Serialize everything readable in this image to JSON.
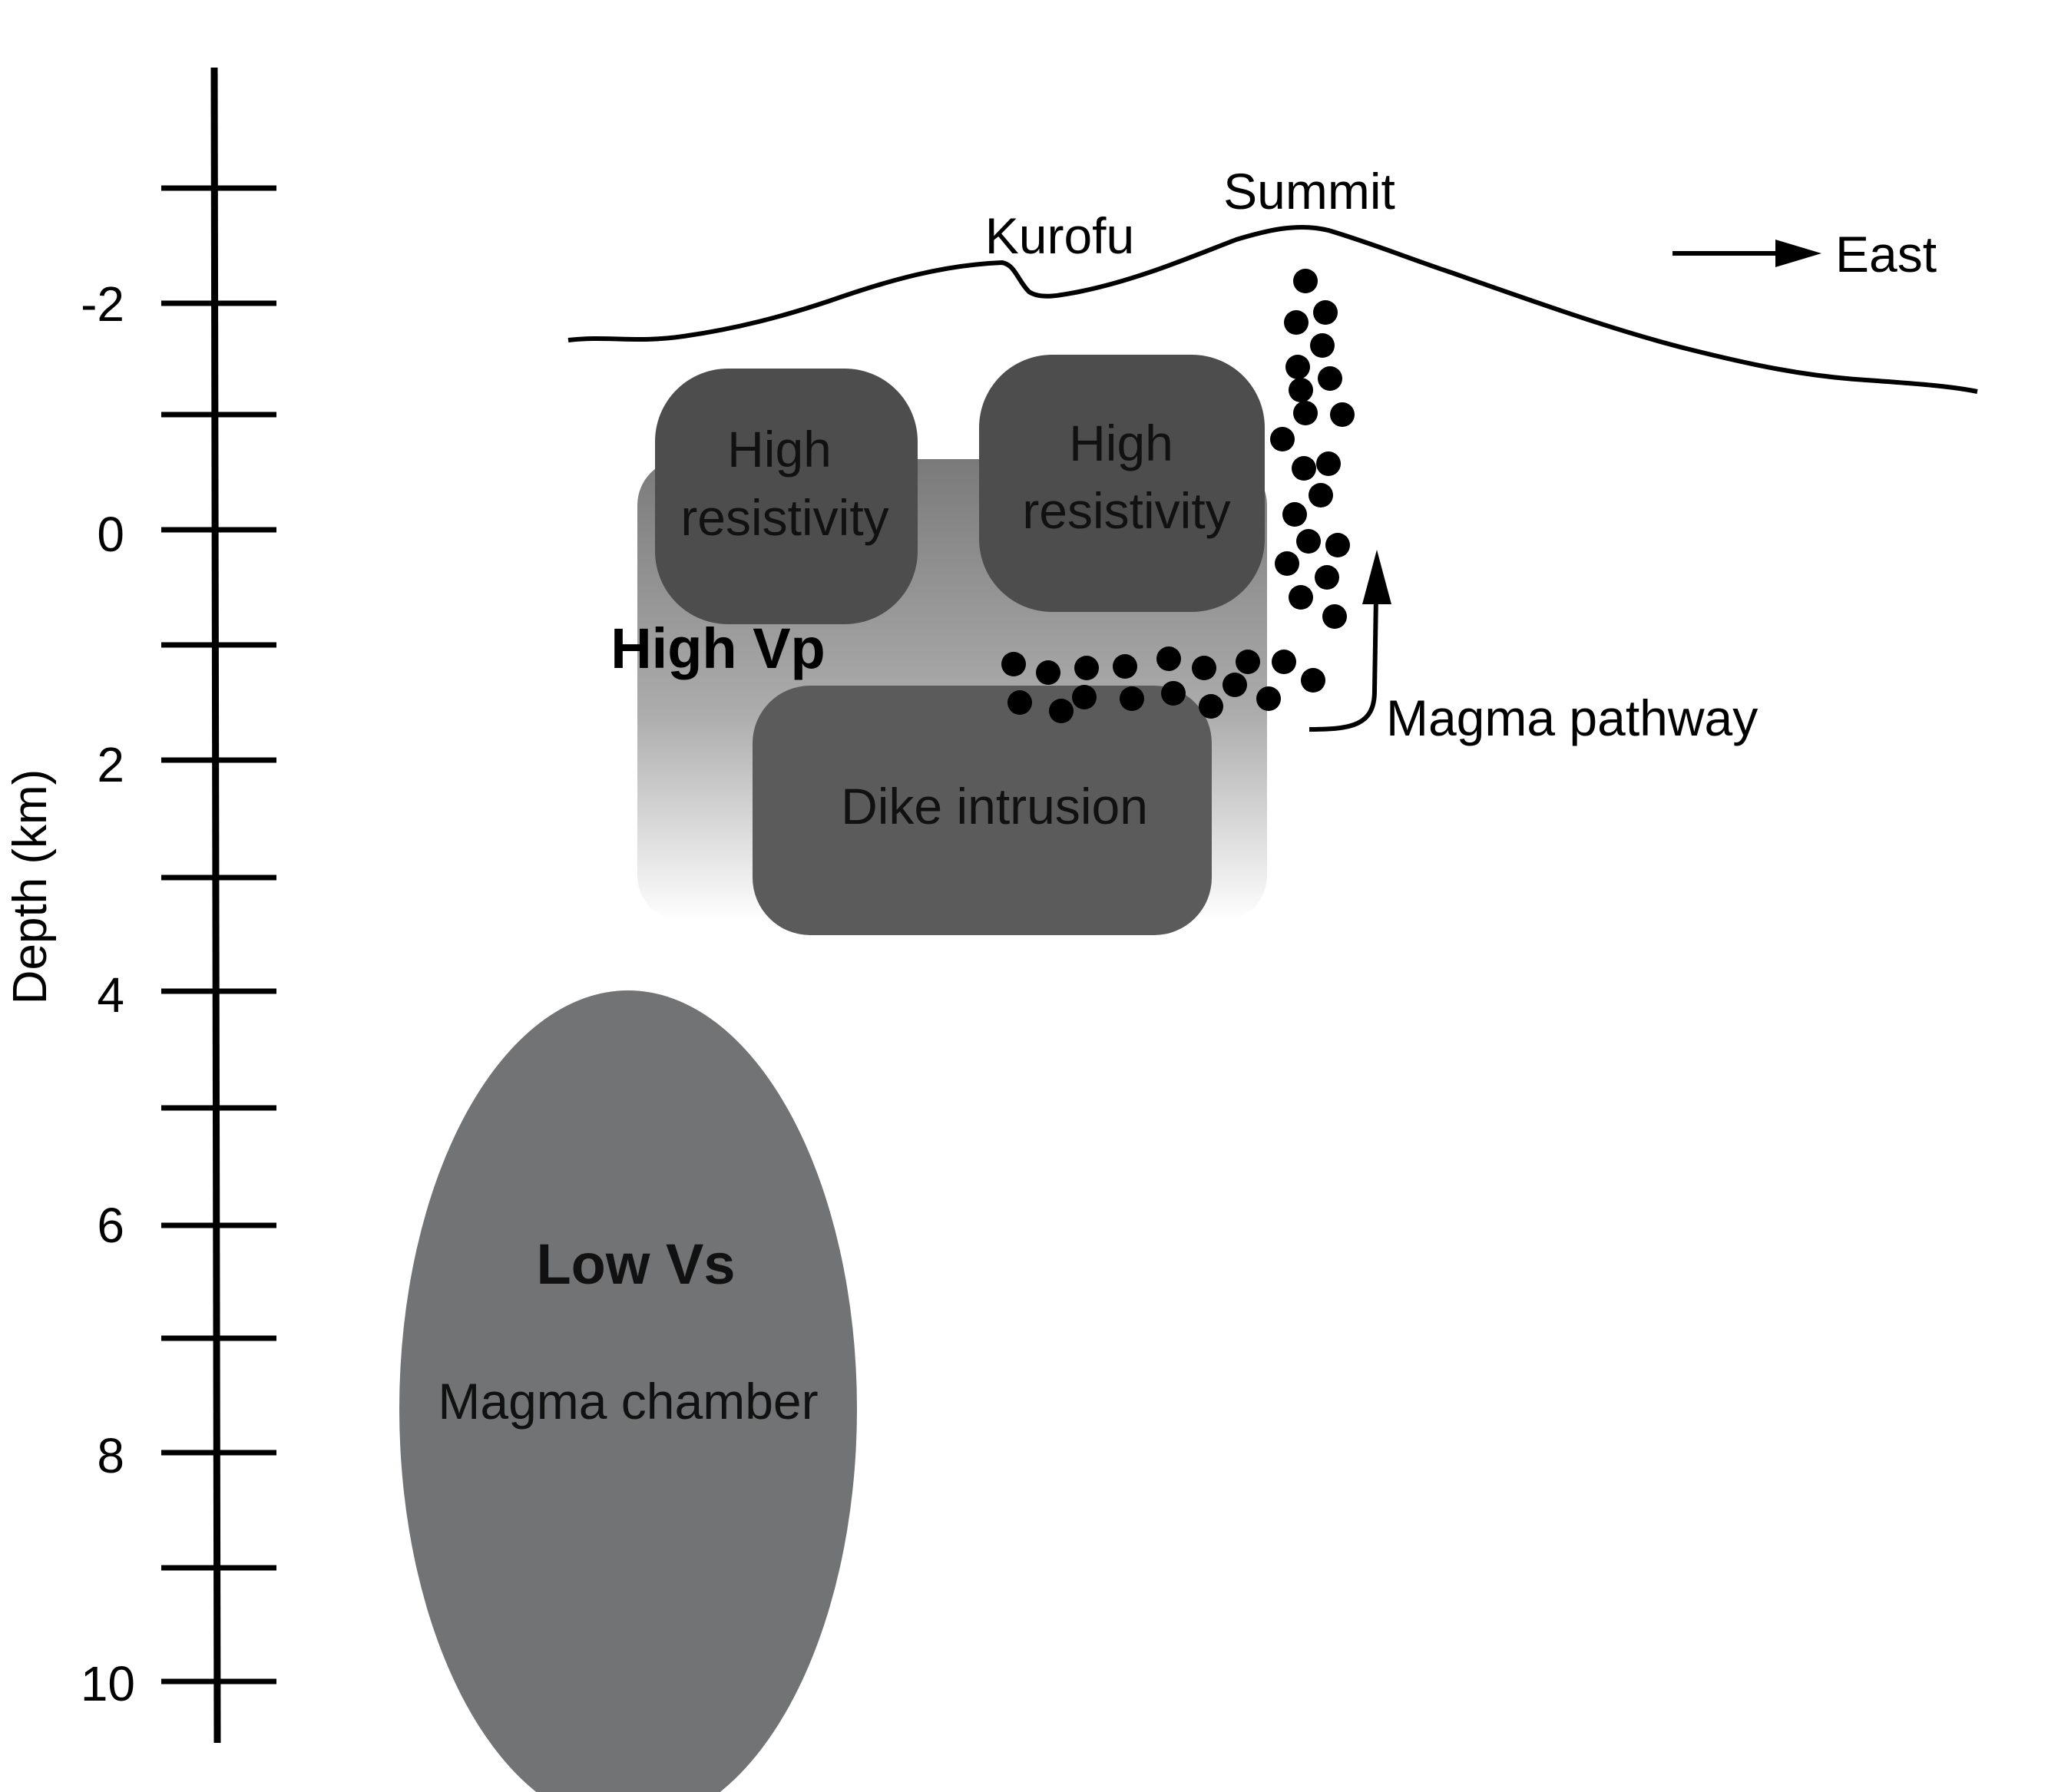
{
  "axis": {
    "label": "Depth (km)",
    "ticks": [
      "-2",
      "0",
      "2",
      "4",
      "6",
      "8",
      "10"
    ]
  },
  "surface": {
    "kurofu_label": "Kurofu",
    "summit_label": "Summit"
  },
  "direction": {
    "label": "East"
  },
  "regions": {
    "high_vp": "High Vp",
    "high_resistivity_1_line1": "High",
    "high_resistivity_1_line2": "resistivity",
    "high_resistivity_2_line1": "High",
    "high_resistivity_2_line2": "resistivity",
    "dike_intrusion": "Dike intrusion",
    "low_vs": "Low Vs",
    "magma_chamber": "Magma chamber"
  },
  "annotations": {
    "magma_pathway": "Magma pathway"
  },
  "colors": {
    "ink": "#000000",
    "high_resistivity_fill": "#4d4d4d",
    "dike_fill": "#5b5b5b",
    "chamber_fill": "#717374",
    "high_vp_top": "#7a7a7a",
    "high_vp_bottom": "#ffffff"
  }
}
